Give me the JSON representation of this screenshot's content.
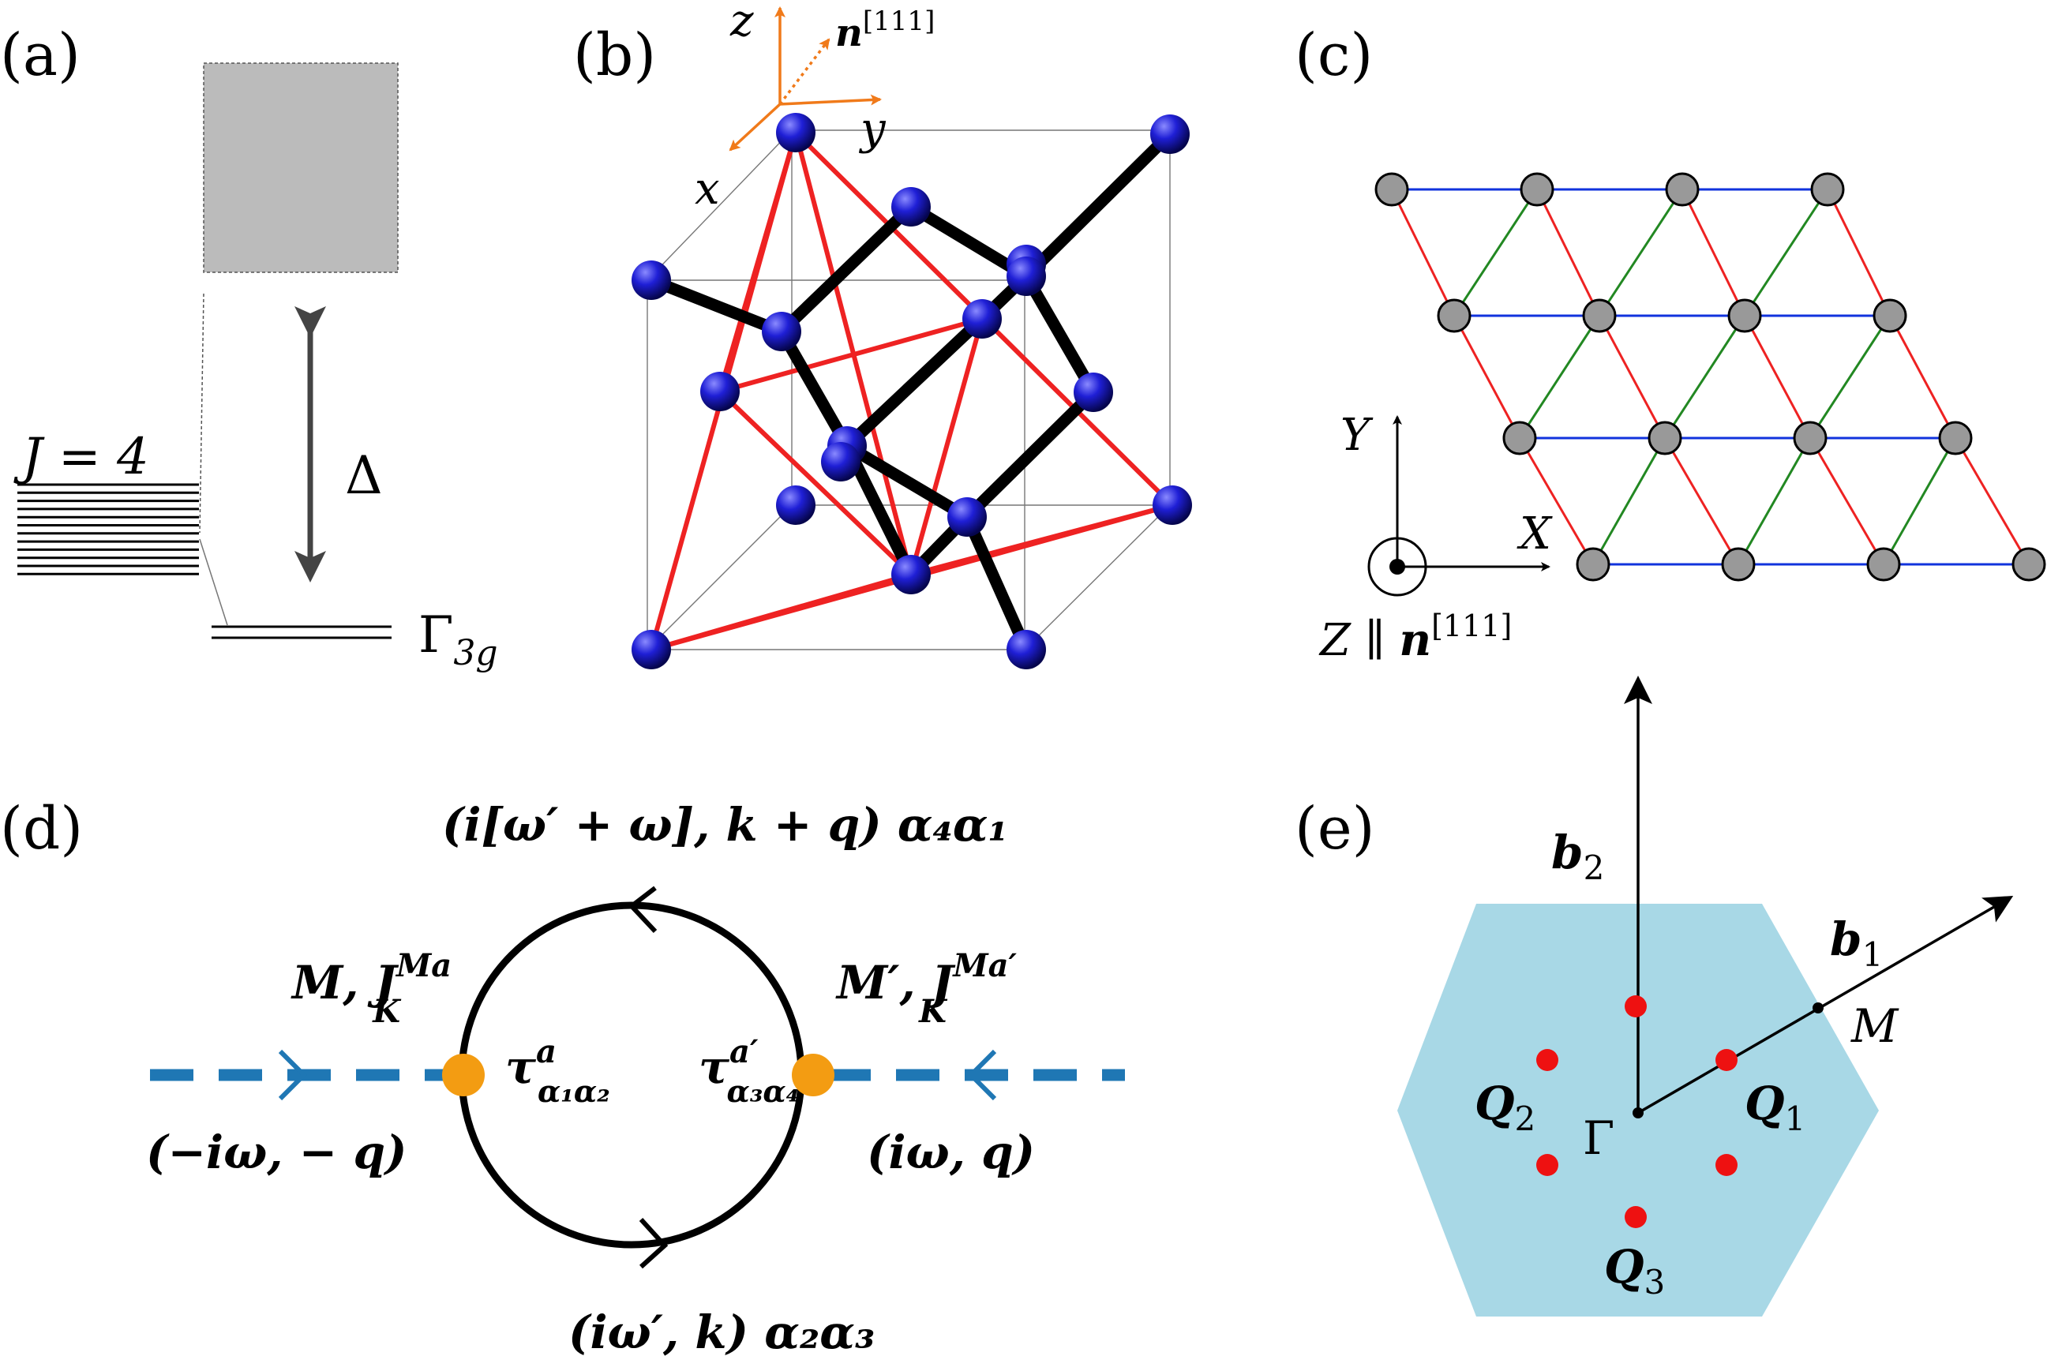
{
  "panels": {
    "a": {
      "label": "(a)",
      "j_label": "J = 4",
      "gap_label": "Δ",
      "ground_label": "Γ",
      "ground_sub": "3g",
      "level_count": 12
    },
    "b": {
      "label": "(b)",
      "axis_x": "x",
      "axis_y": "y",
      "axis_z": "z",
      "axis_n": "n",
      "axis_n_sup": "[111]"
    },
    "c": {
      "label": "(c)",
      "axis_X": "X",
      "axis_Y": "Y",
      "axis_Z": "Z ∥ ",
      "axis_n": "n",
      "axis_n_sup": "[111]"
    },
    "d": {
      "label": "(d)",
      "top": "(i[ω′ + ω], k + q)  α₄α₁",
      "bottom": "(iω′, k)  α₂α₃",
      "left_vertex": "M, J",
      "left_vertex_sup": "Ma",
      "left_vertex_sub": "K",
      "right_vertex": "M′, J",
      "right_vertex_sup": "Ma′",
      "right_vertex_sub": "K",
      "left_tau": "τ",
      "left_tau_sup": "a",
      "left_tau_sub": "α₁α₂",
      "right_tau": "τ",
      "right_tau_sup": "a′",
      "right_tau_sub": "α₃α₄",
      "left_momentum": "(−iω, − q)",
      "right_momentum": "(iω, q)"
    },
    "e": {
      "label": "(e)",
      "b1": "b",
      "b1_sub": "1",
      "b2": "b",
      "b2_sub": "2",
      "M": "M",
      "Gamma": "Γ",
      "Q1": "Q",
      "Q1_sub": "1",
      "Q2": "Q",
      "Q2_sub": "2",
      "Q3": "Q",
      "Q3_sub": "3"
    }
  },
  "colors": {
    "gray_box": "#bbbbbb",
    "atom_blue": "#1a1acc",
    "red_line": "#ee2222",
    "blue_line": "#1133dd",
    "green_line": "#228822",
    "orange": "#f39c12",
    "dash_blue": "#1f77b4",
    "zone_blue": "#a8d8e6",
    "q_red": "#ee1111",
    "axis_orange": "#f07a1a"
  }
}
